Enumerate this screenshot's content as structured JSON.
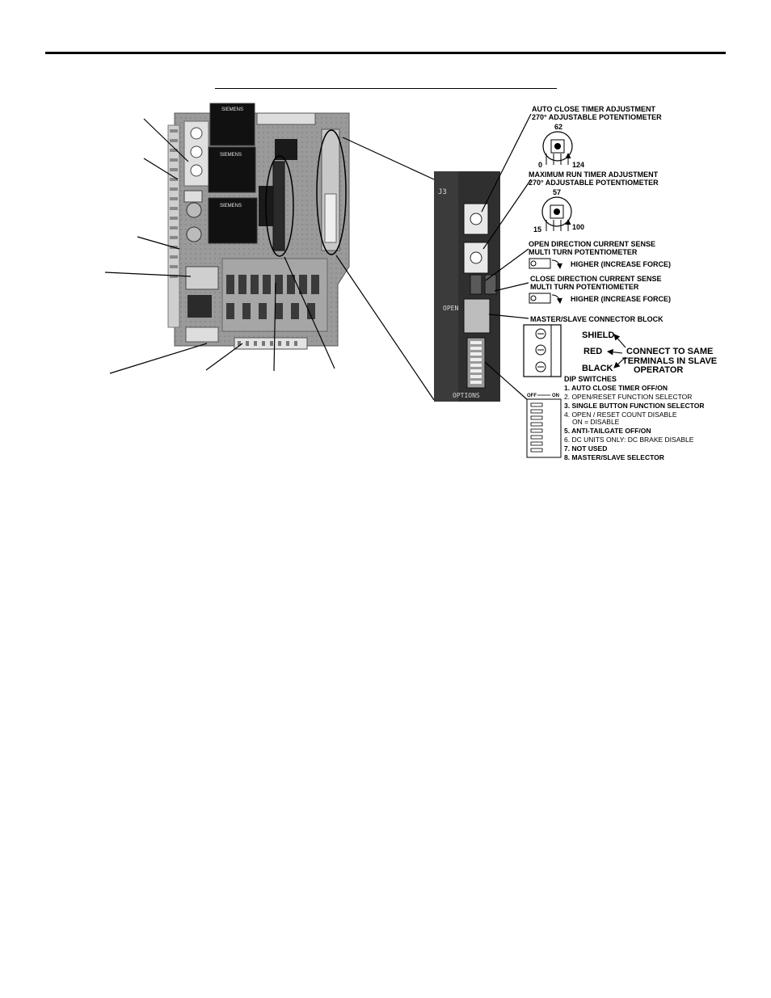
{
  "left_photo": {
    "relay_labels": [
      "SIEMENS",
      "SIEMENS",
      "SIEMENS"
    ]
  },
  "right_photo": {
    "board_labels": {
      "j3": "J3",
      "open": "OPEN",
      "options": "OPTIONS"
    }
  },
  "annotations": {
    "auto_close": {
      "title_line1": "AUTO CLOSE TIMER ADJUSTMENT",
      "title_line2": "270° ADJUSTABLE POTENTIOMETER",
      "min": "0",
      "mid": "62",
      "max": "124"
    },
    "max_run": {
      "title_line1": "MAXIMUM RUN TIMER ADJUSTMENT",
      "title_line2": "270° ADJUSTABLE POTENTIOMETER",
      "min": "15",
      "mid": "57",
      "max": "100"
    },
    "open_sense": {
      "title_line1": "OPEN DIRECTION CURRENT SENSE",
      "title_line2": "MULTI TURN POTENTIOMETER",
      "hint": "HIGHER  (INCREASE FORCE)"
    },
    "close_sense": {
      "title_line1": "CLOSE DIRECTION CURRENT SENSE",
      "title_line2": "MULTI TURN POTENTIOMETER",
      "hint": "HIGHER  (INCREASE FORCE)"
    },
    "connector_block": {
      "title": "MASTER/SLAVE CONNECTOR BLOCK",
      "terminals": [
        "SHIELD",
        "RED",
        "BLACK"
      ],
      "note_line1": "CONNECT TO SAME",
      "note_line2": "TERMINALS IN SLAVE",
      "note_line3": "OPERATOR"
    },
    "dip": {
      "title": "DIP SWITCHES",
      "off_label": "OFF",
      "on_label": "ON",
      "items": [
        {
          "text": "1. AUTO CLOSE TIMER OFF/ON",
          "bold": true
        },
        {
          "text": "2. OPEN/RESET FUNCTION SELECTOR",
          "bold": false
        },
        {
          "text": "3. SINGLE BUTTON FUNCTION SELECTOR",
          "bold": true
        },
        {
          "text": "4. OPEN / RESET COUNT DISABLE",
          "bold": false
        },
        {
          "text": "ON = DISABLE",
          "bold": false
        },
        {
          "text": "5. ANTI-TAILGATE OFF/ON",
          "bold": true
        },
        {
          "text": "6. DC UNITS ONLY: DC BRAKE DISABLE",
          "bold": false
        },
        {
          "text": "7. NOT USED",
          "bold": true
        },
        {
          "text": "8. MASTER/SLAVE SELECTOR",
          "bold": true
        }
      ]
    }
  }
}
